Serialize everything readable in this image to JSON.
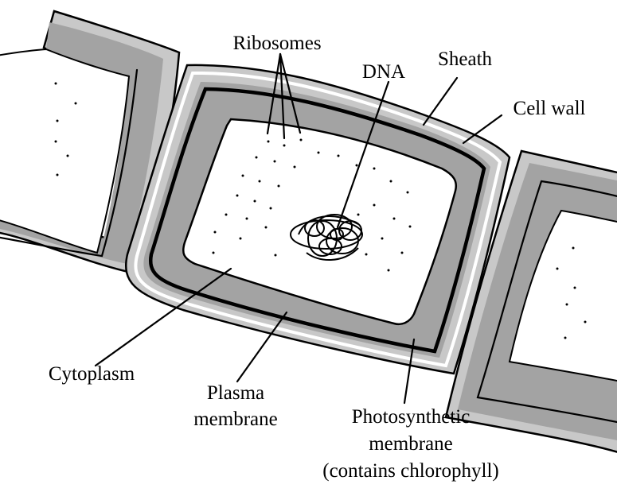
{
  "labels": {
    "ribosomes": "Ribosomes",
    "dna": "DNA",
    "sheath": "Sheath",
    "cell_wall": "Cell wall",
    "cytoplasm": "Cytoplasm",
    "plasma_membrane_line1": "Plasma",
    "plasma_membrane_line2": "membrane",
    "photo_line1": "Photosynthetic",
    "photo_line2": "membrane",
    "photo_line3": "(contains chlorophyll)"
  },
  "colors": {
    "sheath_light": "#c8c8c8",
    "cell_wall_dark": "#a3a3a3",
    "outline": "#000000",
    "background": "#ffffff"
  }
}
